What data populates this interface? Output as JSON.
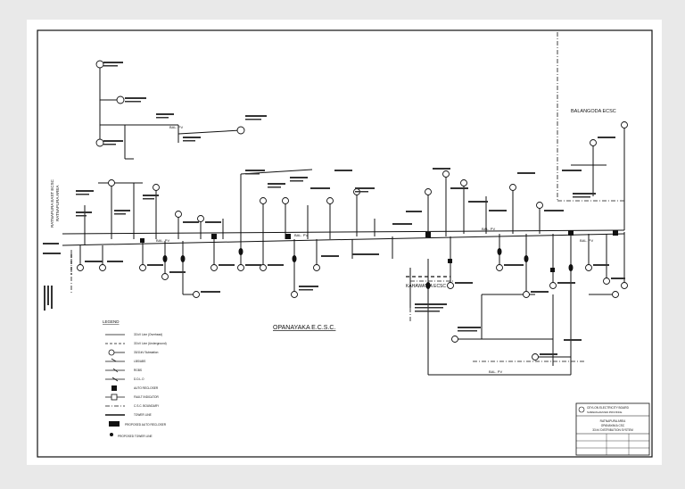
{
  "sheet": {
    "ecsc_labels": {
      "balangoda": "BALANGODA ECSC",
      "kahawatta": "KAHAWATTA ECSC",
      "opanayaka": "OPANAYAKA E.C.S.C.",
      "ratnapura": "RATNAPURA EAST ECSC",
      "ratnapura_area": "RATNAPURA AREA"
    },
    "legend": {
      "title": "LEGEND",
      "items": [
        {
          "label": "33 kV Line (Overhead)",
          "symbol": "solid-line"
        },
        {
          "label": "33 kV Line (Underground)",
          "symbol": "dashed-line"
        },
        {
          "label": "33/11kV Substation",
          "symbol": "transformer-circle"
        },
        {
          "label": "LBS/ABS",
          "symbol": "switch"
        },
        {
          "label": "RGBS",
          "symbol": "breaker"
        },
        {
          "label": "D.D.L.O",
          "symbol": "fuse"
        },
        {
          "label": "AUTO RECLOSER",
          "symbol": "square-filled"
        },
        {
          "label": "FAULT INDICATOR",
          "symbol": "square-open"
        },
        {
          "label": "C.S.C. BOUNDARY",
          "symbol": "dash-dot-line"
        },
        {
          "label": "TOWER LINE",
          "symbol": "tower-line"
        },
        {
          "label": "PROPOSED AUTO RECLOSER",
          "symbol": "proposed-box"
        },
        {
          "label": "PROPOSED TOWER LINE",
          "symbol": "proposed-dot"
        }
      ]
    },
    "title_block": {
      "org": "CEYLON ELECTRICITY BOARD",
      "province": "SABARAGAMUWA PROVINCE",
      "area": "RATNAPURA AREA",
      "csc": "OPANAYAKA CSC",
      "system": "33 kV DISTRIBUTION SYSTEM"
    },
    "bal_labels": [
      "BAL. PV",
      "BAL. PV",
      "BAL. PV",
      "BAL. PV",
      "BAL. PV",
      "BAL. PV"
    ],
    "colors": {
      "ink": "#111111",
      "paper": "#ffffff",
      "background": "#e9e9e9"
    }
  }
}
